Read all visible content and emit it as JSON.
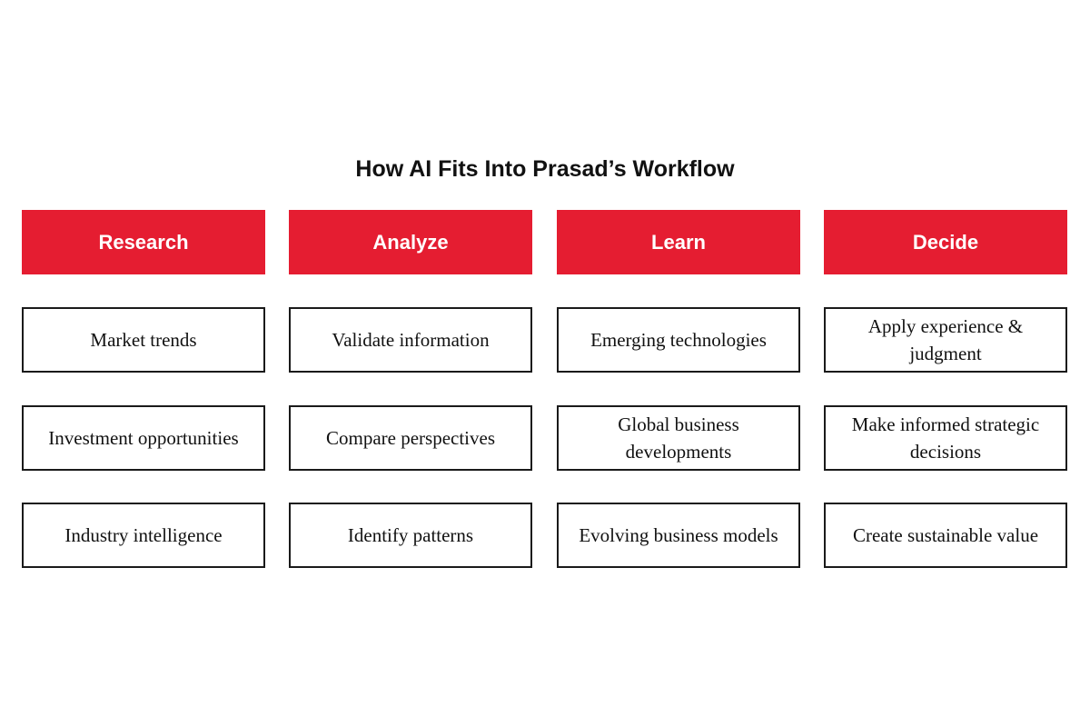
{
  "title": "How AI Fits Into Prasad’s Workflow",
  "colors": {
    "header_background": "#e51d31",
    "header_text": "#ffffff",
    "box_border": "#1a1a1a"
  },
  "columns": [
    {
      "header": "Research",
      "items": [
        "Market trends",
        "Investment opportunities",
        "Industry intelligence"
      ]
    },
    {
      "header": "Analyze",
      "items": [
        "Validate information",
        "Compare perspectives",
        "Identify patterns"
      ]
    },
    {
      "header": "Learn",
      "items": [
        "Emerging technologies",
        "Global business developments",
        "Evolving business models"
      ]
    },
    {
      "header": "Decide",
      "items": [
        "Apply experience & judgment",
        "Make informed strategic decisions",
        "Create sustainable value"
      ]
    }
  ]
}
